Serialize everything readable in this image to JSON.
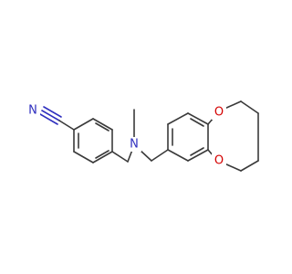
{
  "atoms": {
    "nitrile_n": {
      "symbol": "N",
      "color": "#2f2fbf"
    },
    "amine_n": {
      "symbol": "N",
      "color": "#2f2fbf"
    },
    "ether_o_upper": {
      "symbol": "O",
      "color": "#d40000"
    },
    "ether_o_lower": {
      "symbol": "O",
      "color": "#d40000"
    }
  },
  "colors": {
    "bond": "#3a3a3a",
    "nitrogen": "#2f2fbf",
    "oxygen": "#d40000"
  }
}
